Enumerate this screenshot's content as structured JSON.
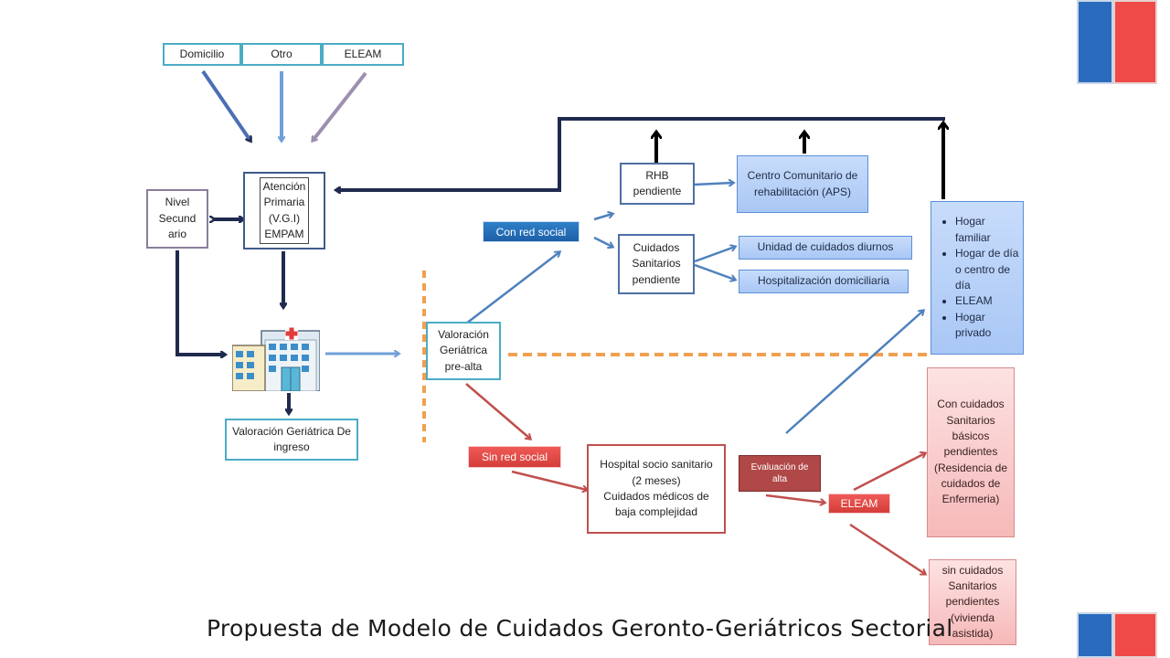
{
  "sources": {
    "domicilio": "Domicilio",
    "otro": "Otro",
    "eleam": "ELEAM"
  },
  "nivel_secundario": "Nivel Secund ario",
  "atencion_primaria": [
    "Atención",
    "Primaria",
    "(V.G.I)",
    "EMPAM"
  ],
  "valoracion_ingreso": "Valoración Geriátrica De ingreso",
  "valoracion_prealta": "Valoración Geriátrica pre-alta",
  "con_red_social": "Con red social",
  "sin_red_social": "Sin red social",
  "rhb_pendiente": "RHB pendiente",
  "cuidados_sanitarios_pendiente": "Cuidados Sanitarios pendiente",
  "centro_comunitario": "Centro Comunitario de rehabilitación (APS)",
  "unidad_cuidados_diurnos": "Unidad de cuidados diurnos",
  "hospitalizacion_domiciliaria": "Hospitalización domiciliaria",
  "destinos": [
    "Hogar familiar",
    "Hogar de día o centro de día",
    "ELEAM",
    "Hogar privado"
  ],
  "hospital_socio": [
    "Hospital socio sanitario",
    "(2 meses)",
    "Cuidados médicos de baja complejidad"
  ],
  "evaluacion_alta": "Evaluación de alta",
  "eleam_tag": "ELEAM",
  "con_cuidados": "Con cuidados Sanitarios básicos pendientes (Residencia de cuidados de Enfermeria)",
  "sin_cuidados": "sin cuidados Sanitarios pendientes (vivienda asistida)",
  "title": "Propuesta de Modelo de Cuidados Geronto-Geriátricos Sectorial",
  "colors": {
    "teal": "#4bacc6",
    "navy": "#1f2a4e",
    "blue": "#4f81bd",
    "red": "#c0504d",
    "orange": "#f0a050",
    "flag_blue": "#2a6bbd",
    "flag_red": "#ef4a47"
  }
}
